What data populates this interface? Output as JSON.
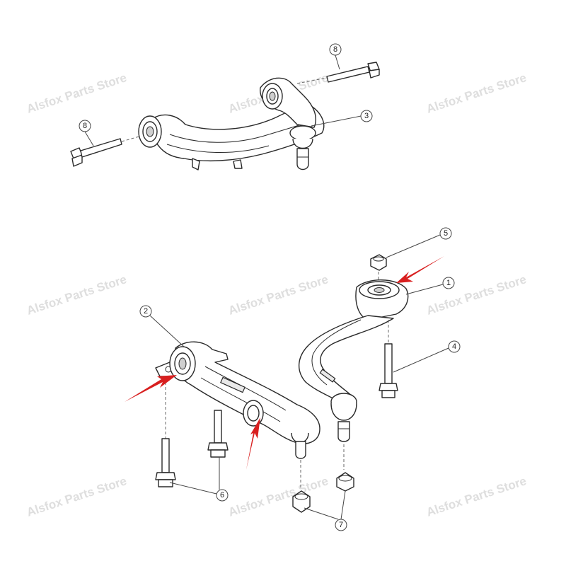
{
  "watermark": "Alsfox Parts Store",
  "callouts": [
    "1",
    "2",
    "3",
    "4",
    "5",
    "6",
    "7",
    "8"
  ],
  "colors": {
    "arrow": "#d81f1f",
    "watermark": "#d9d9d9",
    "line": "#2a2a2a"
  }
}
